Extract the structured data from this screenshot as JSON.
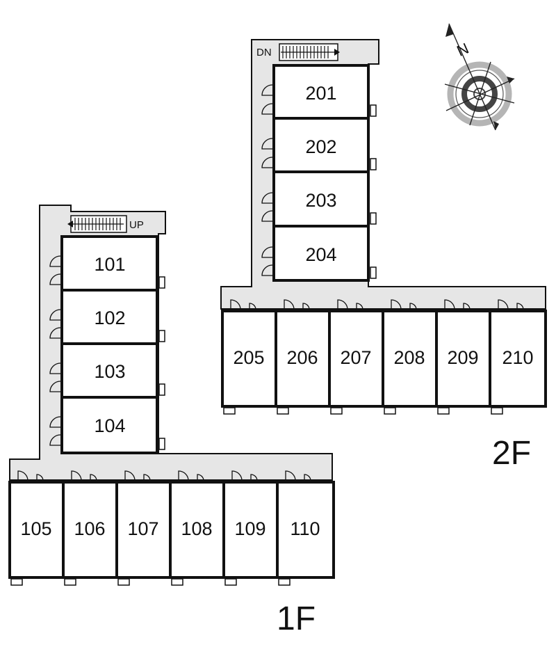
{
  "floor1": {
    "label": "1F",
    "stair": "UP",
    "units_vertical": [
      "101",
      "102",
      "103",
      "104"
    ],
    "units_horizontal": [
      "105",
      "106",
      "107",
      "108",
      "109",
      "110"
    ]
  },
  "floor2": {
    "label": "2F",
    "stair": "DN",
    "units_vertical": [
      "201",
      "202",
      "203",
      "204"
    ],
    "units_horizontal": [
      "205",
      "206",
      "207",
      "208",
      "209",
      "210"
    ]
  },
  "compass": {
    "north": "N"
  }
}
